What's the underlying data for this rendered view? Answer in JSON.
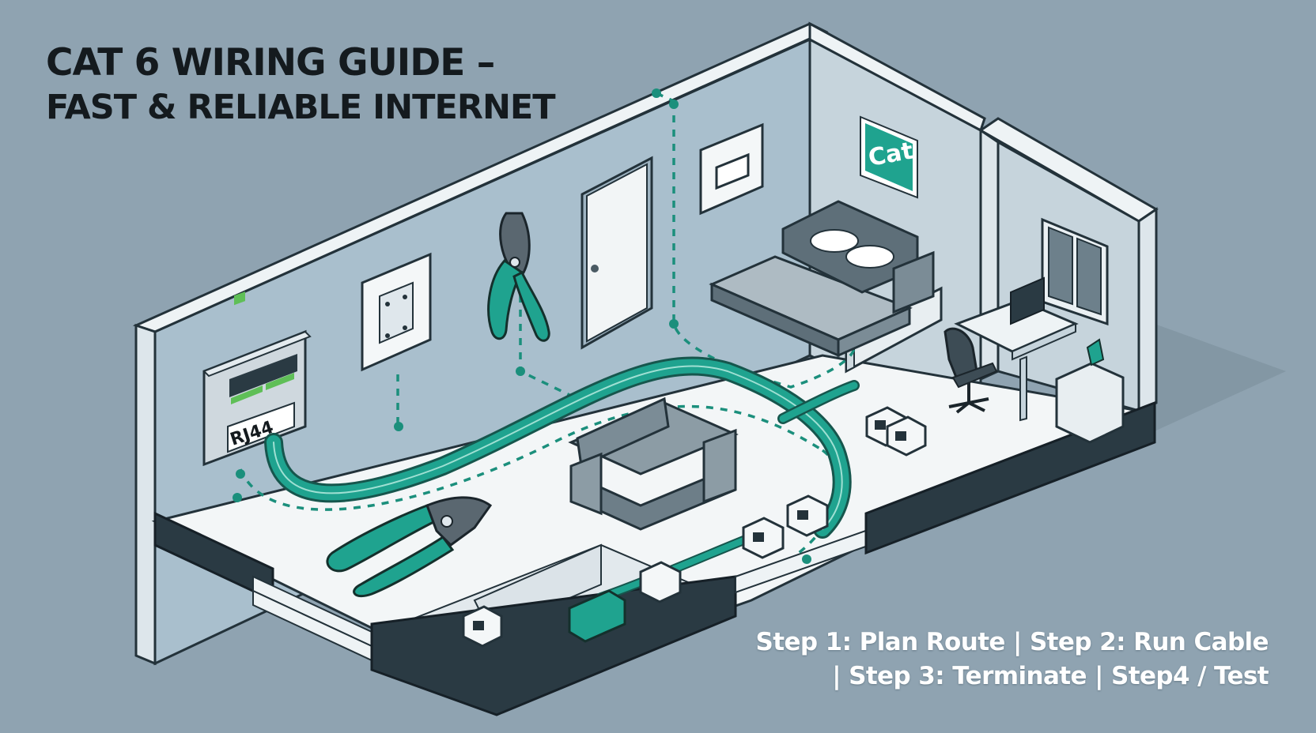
{
  "title": {
    "line1": "CAT 6 WIRING GUIDE –",
    "line2": "FAST & RELIABLE INTERNET"
  },
  "labels": {
    "panel_label": "RJ44",
    "poster_label": "Cat"
  },
  "steps": {
    "line1": "Step 1: Plan Route | Step 2: Run Cable",
    "line2": "| Step 3: Terminate | Step4 / Test"
  },
  "colors": {
    "background": "#8fa3b1",
    "cable": "#1fa38f",
    "wall": "#a9bfcd",
    "floor": "#f3f6f7",
    "outline": "#23323a",
    "furniture": "#7b8c96"
  },
  "icons": [
    "crimping-tool-icon",
    "pliers-icon",
    "keystone-jack-icon",
    "network-switch-icon",
    "wall-plate-icon"
  ]
}
